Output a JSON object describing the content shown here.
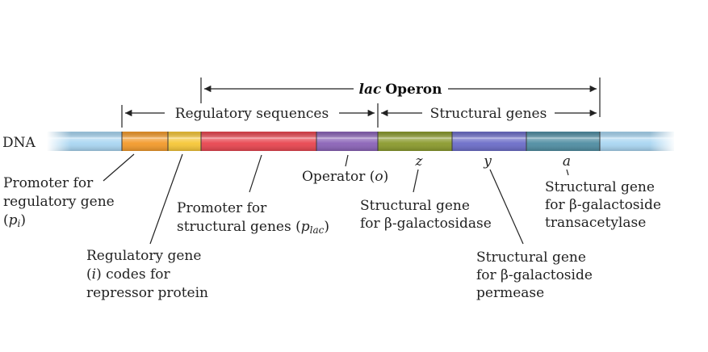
{
  "title": {
    "italic": "lac",
    "bold": "Operon"
  },
  "brackets": {
    "regulatory": "Regulatory sequences",
    "structural": "Structural genes"
  },
  "dna_label": "DNA",
  "colors": {
    "dna": "#a9d6f2",
    "promoter_regulatory": "#f39a2a",
    "regulatory_gene": "#f6c636",
    "promoter_structural": "#e8454f",
    "operator": "#8a62b7",
    "gene_z": "#8a9a2c",
    "gene_y": "#6b6cc8",
    "gene_a": "#4f8da2"
  },
  "gene_letters": {
    "z": "z",
    "y": "y",
    "a": "a"
  },
  "labels": {
    "promoter_regulatory": {
      "line1": "Promoter for",
      "line2": "regulatory gene",
      "line3_open": "(",
      "line3_p": "p",
      "line3_sub": "i",
      "line3_close": ")"
    },
    "regulatory_gene": {
      "line1": "Regulatory gene",
      "line2_open": "(",
      "line2_i": "i",
      "line2_rest": ") codes for",
      "line3": "repressor protein"
    },
    "promoter_structural": {
      "line1": "Promoter for",
      "line2": "structural genes (",
      "line2_p": "p",
      "line2_sub": "lac",
      "line2_close": ")"
    },
    "operator": {
      "text": "Operator (",
      "o": "o",
      "close": ")"
    },
    "gene_z": {
      "line1": "Structural gene",
      "line2": "for β-galactosidase"
    },
    "gene_y": {
      "line1": "Structural gene",
      "line2": "for β-galactoside",
      "line3": "permease"
    },
    "gene_a": {
      "line1": "Structural gene",
      "line2": "for β-galactoside",
      "line3": "transacetylase"
    }
  }
}
